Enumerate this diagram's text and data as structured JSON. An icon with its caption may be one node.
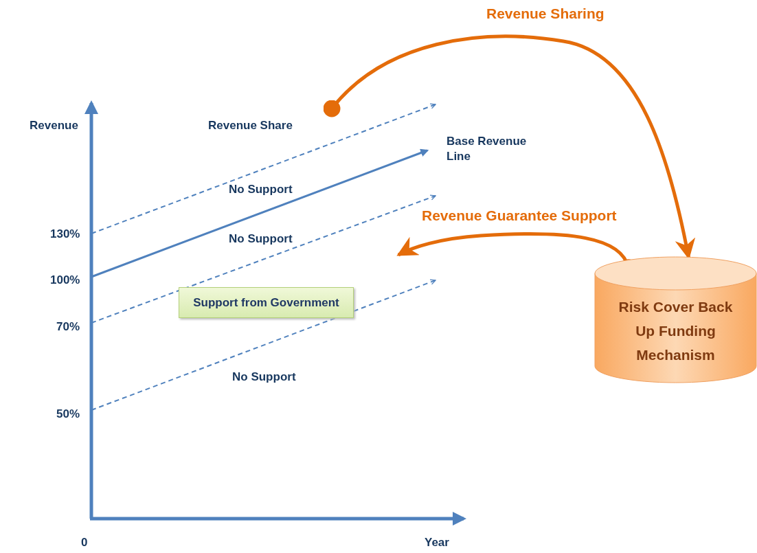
{
  "diagram": {
    "nodes": [
      {
        "text": [
          "Support from Government"
        ]
      },
      {
        "text": [
          "Risk Cover Back Up Funding Mechanism"
        ]
      }
    ],
    "edges": [
      {
        "from": null,
        "to": 1,
        "arrow": "to",
        "label": "Revenue Sharing"
      },
      {
        "from": 1,
        "to": null,
        "arrow": "to",
        "label": "Revenue Guarantee Support"
      }
    ],
    "labels": [
      "Revenue",
      "Revenue Share",
      "Base Revenue Line",
      "No Support",
      "No Support",
      "130%",
      "100%",
      "70%",
      "50%",
      "0",
      "Year",
      "No Support"
    ]
  }
}
